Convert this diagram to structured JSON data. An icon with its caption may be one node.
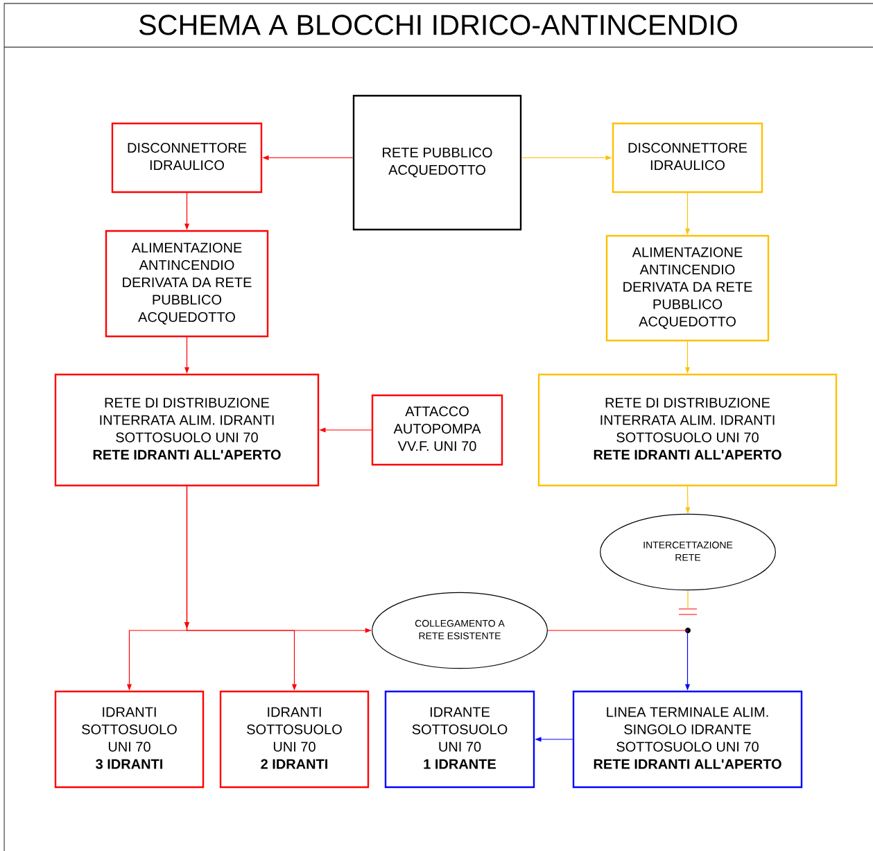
{
  "diagram": {
    "title": "SCHEMA A BLOCCHI IDRICO-ANTINCENDIO",
    "nodes": [
      {
        "text": [
          "RETE PUBBLICO ACQUEDOTTO"
        ]
      },
      {
        "text": [
          "DISCONNETTORE IDRAULICO"
        ]
      },
      {
        "text": [
          "DISCONNETTORE IDRAULICO"
        ]
      },
      {
        "text": [
          "ALIMENTAZIONE ANTINCENDIO DERIVATA DA RETE PUBBLICO ACQUEDOTTO"
        ]
      },
      {
        "text": [
          "ALIMENTAZIONE ANTINCENDIO DERIVATA DA RETE PUBBLICO ACQUEDOTTO"
        ]
      },
      {
        "text": [
          "RETE DI DISTRIBUZIONE INTERRATA ALIM. IDRANTI SOTTOSUOLO UNI 70",
          "RETE IDRANTI ALL'APERTO"
        ]
      },
      {
        "text": [
          "ATTACCO AUTOPOMPA VV.F. UNI 70"
        ]
      },
      {
        "text": [
          "RETE DI DISTRIBUZIONE INTERRATA ALIM. IDRANTI SOTTOSUOLO UNI 70",
          "RETE IDRANTI ALL'APERTO"
        ]
      },
      {
        "text": [
          "INTERCETTAZIONE RETE"
        ]
      },
      {
        "text": [
          "COLLEGAMENTO A RETE ESISTENTE"
        ]
      },
      {
        "text": [],
        "shape": "circle"
      },
      {
        "text": [
          "IDRANTI SOTTOSUOLO UNI 70",
          "3 IDRANTI"
        ]
      },
      {
        "text": [
          "IDRANTI SOTTOSUOLO UNI 70",
          "2 IDRANTI"
        ]
      },
      {
        "text": [
          "IDRANTE SOTTOSUOLO UNI 70",
          "1 IDRANTE"
        ]
      },
      {
        "text": [
          "LINEA TERMINALE ALIM. SINGOLO IDRANTE SOTTOSUOLO UNI 70",
          "RETE IDRANTI ALL'APERTO"
        ]
      }
    ],
    "edges": [
      {
        "from": 0,
        "to": 1,
        "arrow": "to"
      },
      {
        "from": 0,
        "to": 2,
        "arrow": "to",
        "color": "#ffc000"
      },
      {
        "from": 1,
        "to": 3,
        "arrow": "to"
      },
      {
        "from": 2,
        "to": 4,
        "arrow": "to",
        "color": "#ffc000"
      },
      {
        "from": 3,
        "to": 5,
        "arrow": "to"
      },
      {
        "from": 6,
        "to": 5,
        "arrow": "to"
      },
      {
        "from": 4,
        "to": 7,
        "arrow": "to",
        "color": "#ffc000"
      },
      {
        "from": 7,
        "to": 8,
        "arrow": "to",
        "color": "#ffc000"
      },
      {
        "from": 8,
        "to": null,
        "arrow": "none",
        "color": "#ffc000"
      },
      {
        "from": 5,
        "to": 11,
        "arrow": "to"
      },
      {
        "from": 5,
        "to": 12,
        "arrow": "to"
      },
      {
        "from": 5,
        "to": 9,
        "arrow": "to"
      },
      {
        "from": 9,
        "to": 10,
        "arrow": "none"
      },
      {
        "from": 10,
        "to": 14,
        "arrow": "to",
        "color": "#0000ff"
      },
      {
        "from": 14,
        "to": 13,
        "arrow": "to",
        "color": "#0000ff"
      }
    ]
  }
}
